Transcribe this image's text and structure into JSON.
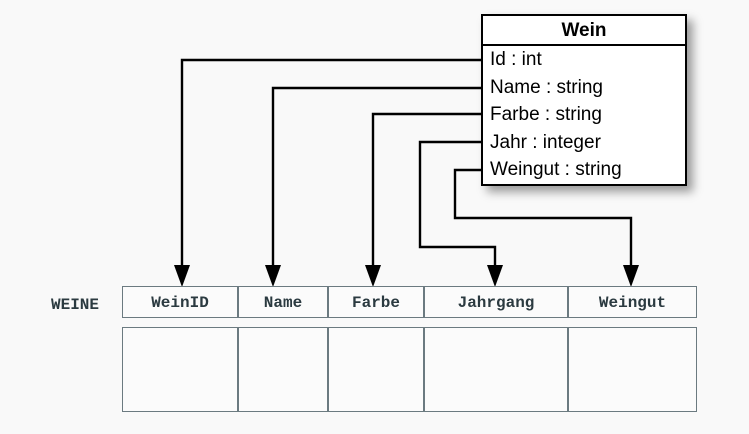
{
  "diagram": {
    "title": "UML class to relational table mapping",
    "background_color": "#f9f9f9",
    "arrow_color": "#000000",
    "table_border_color": "#6b7a80",
    "table_text_color": "#2b3a40"
  },
  "uml_class": {
    "name": "Wein",
    "attributes": [
      {
        "label": "Id : int",
        "name": "Id",
        "type": "int"
      },
      {
        "label": "Name : string",
        "name": "Name",
        "type": "string"
      },
      {
        "label": "Farbe : string",
        "name": "Farbe",
        "type": "string"
      },
      {
        "label": "Jahr : integer",
        "name": "Jahr",
        "type": "integer"
      },
      {
        "label": "Weingut : string",
        "name": "Weingut",
        "type": "string"
      }
    ]
  },
  "relation": {
    "name": "WEINE",
    "columns": [
      {
        "label": "WeinID"
      },
      {
        "label": "Name"
      },
      {
        "label": "Farbe"
      },
      {
        "label": "Jahrgang"
      },
      {
        "label": "Weingut"
      }
    ],
    "rows": [
      [
        "",
        "",
        "",
        "",
        ""
      ]
    ]
  },
  "mappings": [
    {
      "from": "Id",
      "to": "WeinID"
    },
    {
      "from": "Name",
      "to": "Name"
    },
    {
      "from": "Farbe",
      "to": "Farbe"
    },
    {
      "from": "Jahr",
      "to": "Jahrgang"
    },
    {
      "from": "Weingut",
      "to": "Weingut"
    }
  ]
}
